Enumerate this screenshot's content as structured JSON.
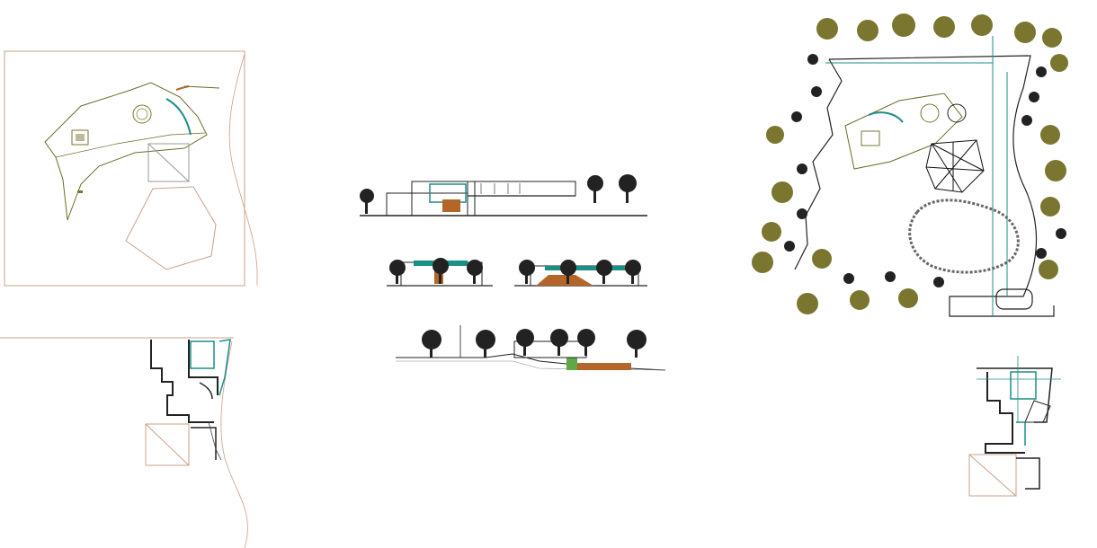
{
  "drawing": {
    "background": "#ffffff",
    "colors": {
      "boundary": "#c9a08a",
      "line": "#222222",
      "teal": "#1a8f86",
      "olive": "#7a7630",
      "olive_dark": "#54501e",
      "brown": "#b4652a",
      "green_accent": "#5fa847"
    },
    "views": [
      "site-plan-left",
      "floor-plan-bottom-left",
      "elevation-long",
      "elevation-short-a",
      "elevation-short-b",
      "site-section",
      "landscape-plan",
      "floor-plan-bottom-right"
    ]
  }
}
